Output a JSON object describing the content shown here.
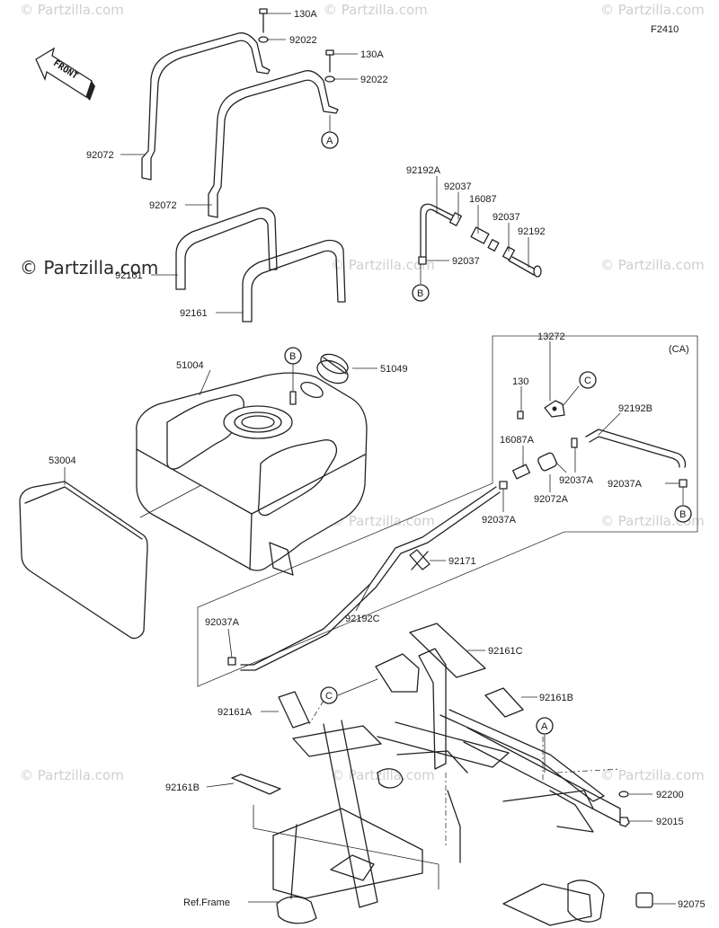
{
  "diagram_code": "F2410",
  "front_label": "FRONT",
  "ca_label": "(CA)",
  "watermarks": {
    "small": "© Partzilla.com",
    "large": "© Partzilla.com"
  },
  "callouts": {
    "A": "A",
    "B": "B",
    "C": "C"
  },
  "labels": {
    "l130a_1": "130A",
    "l92022_1": "92022",
    "l130a_2": "130A",
    "l92022_2": "92022",
    "l92072_1": "92072",
    "l92072_2": "92072",
    "l92161_1": "92161",
    "l92161_2": "92161",
    "l92192a": "92192A",
    "l92037_1": "92037",
    "l16087": "16087",
    "l92037_2": "92037",
    "l92192": "92192",
    "l92037_3": "92037",
    "l51004": "51004",
    "l51049": "51049",
    "l53004": "53004",
    "l130": "130",
    "l13272": "13272",
    "l92192b": "92192B",
    "l16087a": "16087A",
    "l92037a_1": "92037A",
    "l92037a_2": "92037A",
    "l92072a": "92072A",
    "l92037a_3": "92037A",
    "l92171": "92171",
    "l92037a_4": "92037A",
    "l92192c": "92192C",
    "l92161c": "92161C",
    "l92161a": "92161A",
    "l92161b_1": "92161B",
    "l92161b_2": "92161B",
    "l92200": "92200",
    "l92015": "92015",
    "l92075": "92075",
    "lref": "Ref.Frame"
  }
}
